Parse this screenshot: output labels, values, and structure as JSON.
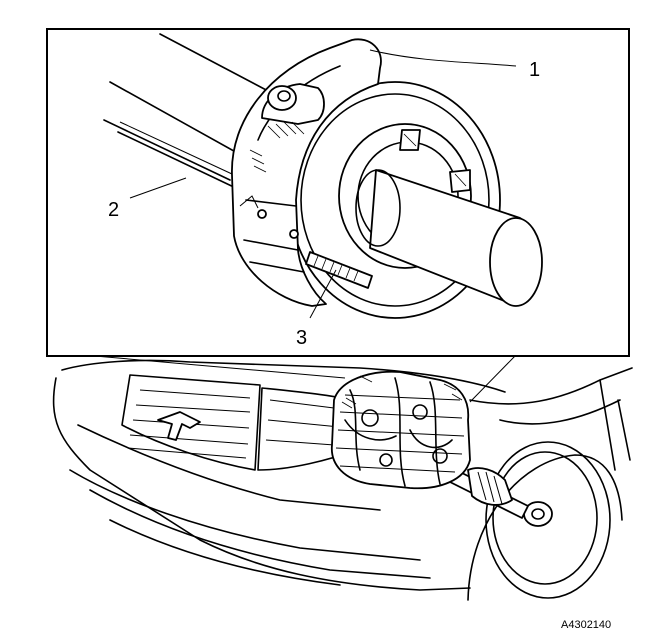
{
  "figure": {
    "callouts": [
      {
        "id": "1",
        "text": "1"
      },
      {
        "id": "2",
        "text": "2"
      },
      {
        "id": "3",
        "text": "3"
      }
    ],
    "figure_code": "A4302140"
  }
}
